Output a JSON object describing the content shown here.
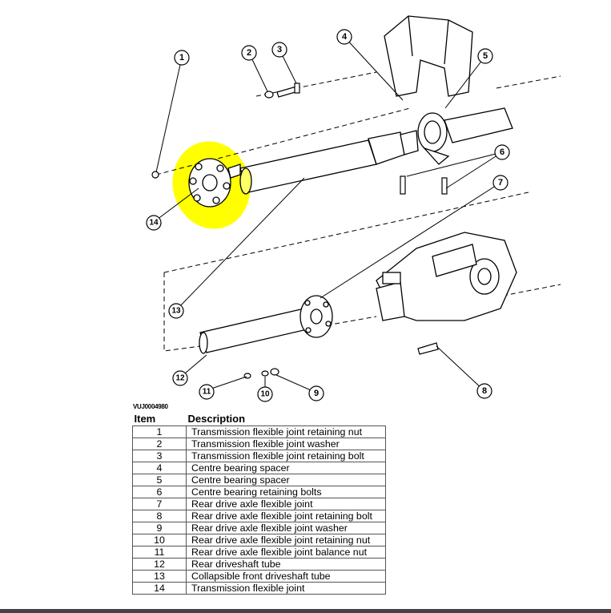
{
  "figure_code": "VUJ0004980",
  "highlight_color": "#ffff00",
  "callouts": [
    "1",
    "2",
    "3",
    "4",
    "5",
    "6",
    "7",
    "8",
    "9",
    "10",
    "11",
    "12",
    "13",
    "14"
  ],
  "table": {
    "headers": {
      "item": "Item",
      "description": "Description"
    },
    "rows": [
      {
        "item": "1",
        "description": "Transmission flexible joint retaining nut"
      },
      {
        "item": "2",
        "description": "Transmission flexible joint washer"
      },
      {
        "item": "3",
        "description": "Transmission flexible joint retaining bolt"
      },
      {
        "item": "4",
        "description": "Centre bearing spacer"
      },
      {
        "item": "5",
        "description": "Centre bearing spacer"
      },
      {
        "item": "6",
        "description": "Centre bearing retaining bolts"
      },
      {
        "item": "7",
        "description": "Rear drive axle flexible joint"
      },
      {
        "item": "8",
        "description": "Rear drive axle flexible joint retaining bolt"
      },
      {
        "item": "9",
        "description": "Rear drive axle flexible joint washer"
      },
      {
        "item": "10",
        "description": "Rear drive axle flexible joint retaining nut"
      },
      {
        "item": "11",
        "description": "Rear drive axle flexible joint balance nut"
      },
      {
        "item": "12",
        "description": "Rear driveshaft tube"
      },
      {
        "item": "13",
        "description": "Collapsible front driveshaft tube"
      },
      {
        "item": "14",
        "description": "Transmission flexible joint"
      }
    ]
  }
}
